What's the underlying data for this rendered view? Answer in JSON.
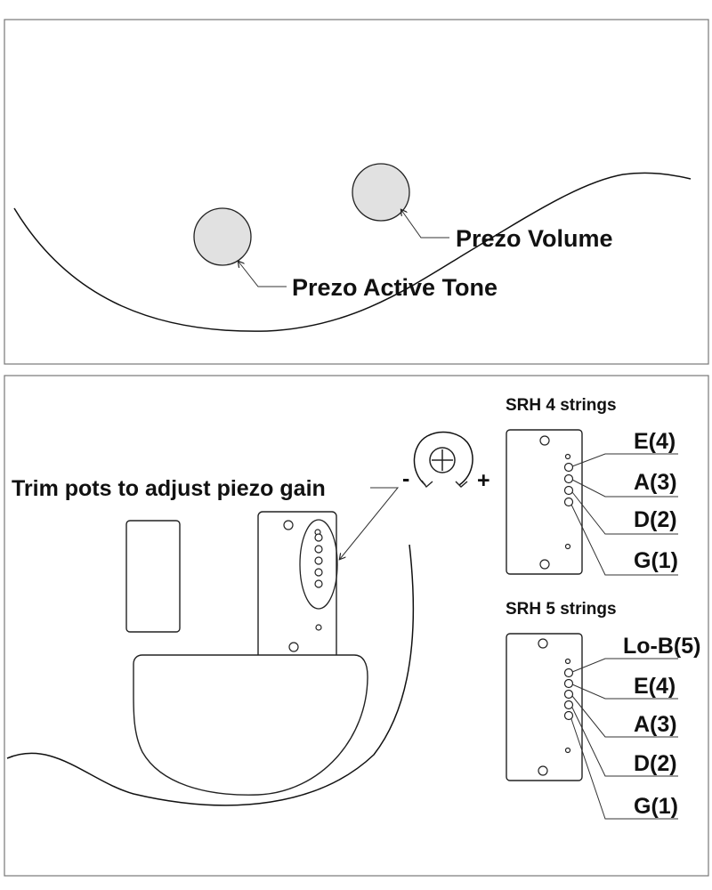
{
  "top_panel": {
    "labels": {
      "volume": "Prezo Volume",
      "tone": "Prezo Active Tone"
    }
  },
  "bottom_panel": {
    "trim_label": "Trim pots to adjust piezo gain",
    "minus_sign": "-",
    "plus_sign": "+",
    "srh4": {
      "title": "SRH 4 strings",
      "strings": [
        "E(4)",
        "A(3)",
        "D(2)",
        "G(1)"
      ]
    },
    "srh5": {
      "title": "SRH 5 strings",
      "strings": [
        "Lo-B(5)",
        "E(4)",
        "A(3)",
        "D(2)",
        "G(1)"
      ]
    }
  }
}
